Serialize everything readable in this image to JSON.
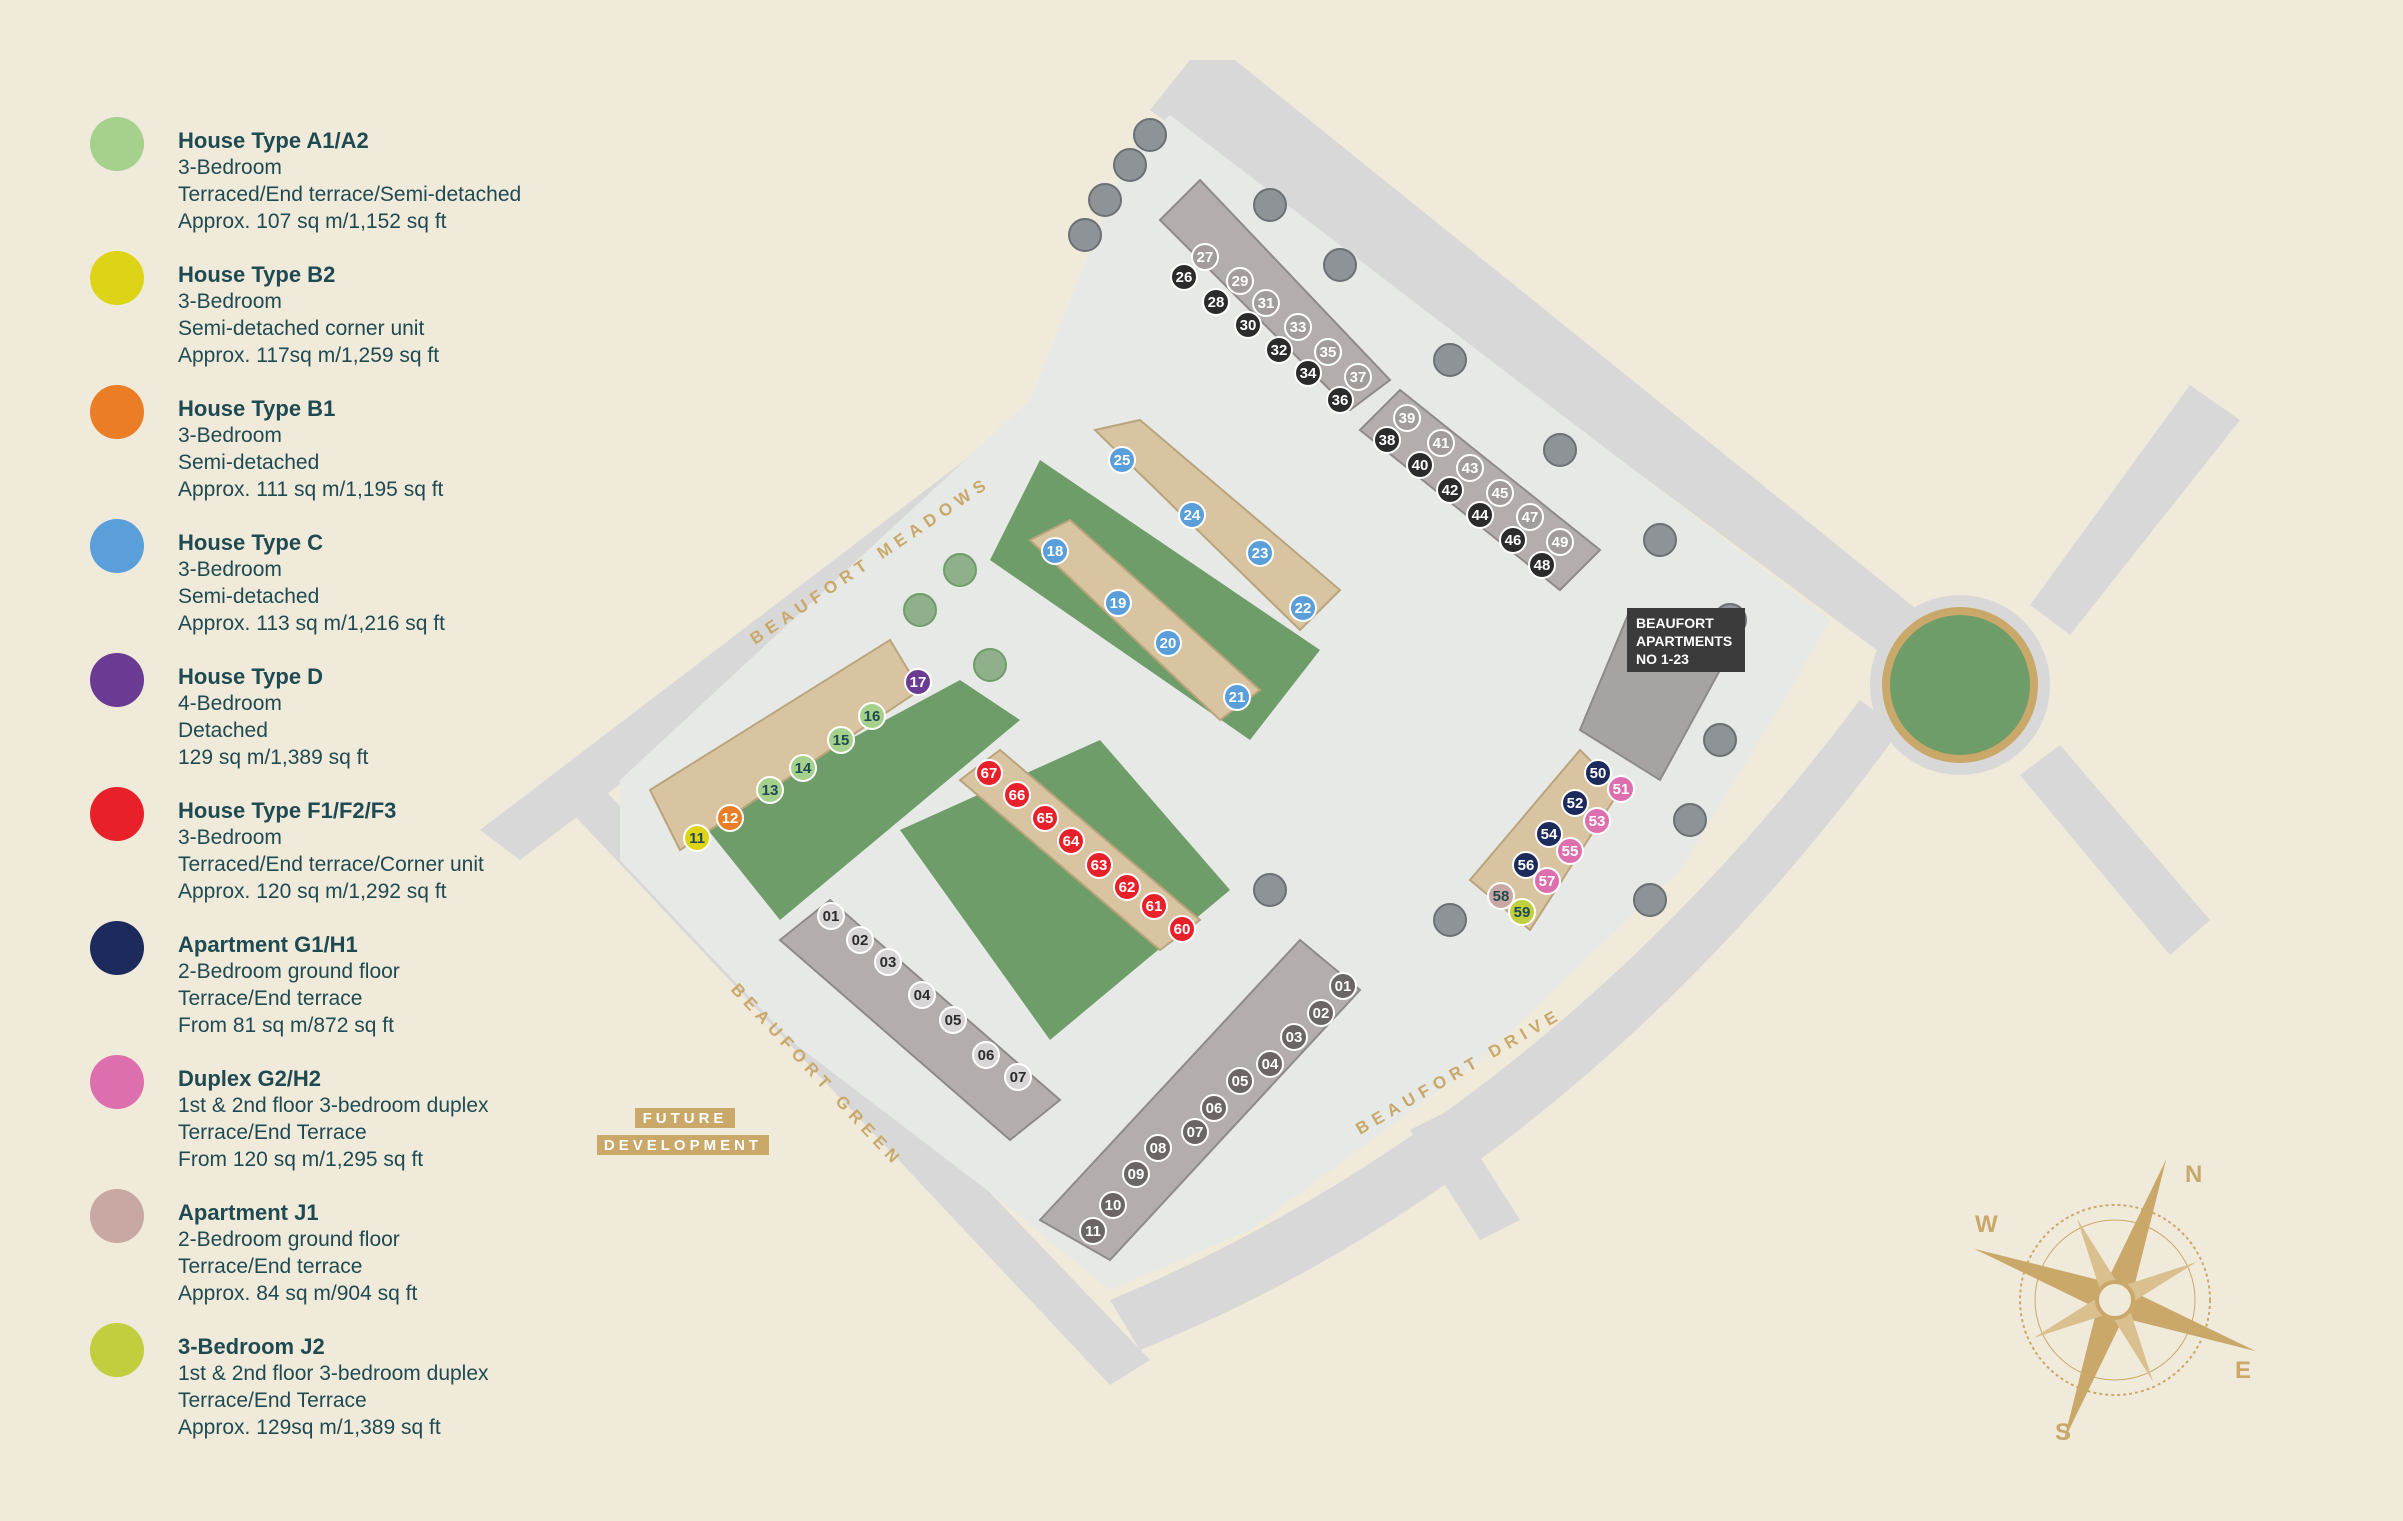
{
  "colors": {
    "background": "#f0eadb",
    "road": "#d8d8d8",
    "site": "#e7e9e6",
    "green": "#6f9d6a",
    "plot_tan": "#d8c4a0",
    "plot_grey": "#b3adad",
    "gold": "#c9a86a",
    "legend_text": "#1f4a52"
  },
  "legend": [
    {
      "color": "#a6d18c",
      "title": "House Type A1/A2",
      "lines": [
        "3-Bedroom",
        "Terraced/End terrace/Semi-detached",
        "Approx. 107 sq m/1,152 sq ft"
      ]
    },
    {
      "color": "#ddd418",
      "title": "House Type B2",
      "lines": [
        "3-Bedroom",
        "Semi-detached corner unit",
        "Approx. 117sq m/1,259 sq ft"
      ]
    },
    {
      "color": "#eb7d26",
      "title": "House Type B1",
      "lines": [
        "3-Bedroom",
        "Semi-detached",
        "Approx. 111 sq m/1,195 sq ft"
      ]
    },
    {
      "color": "#5b9fda",
      "title": "House Type C",
      "lines": [
        "3-Bedroom",
        "Semi-detached",
        "Approx. 113 sq m/1,216 sq ft"
      ]
    },
    {
      "color": "#6b3a93",
      "title": "House Type D",
      "lines": [
        "4-Bedroom",
        "Detached",
        "129 sq m/1,389 sq ft"
      ]
    },
    {
      "color": "#e8202a",
      "title": "House Type F1/F2/F3",
      "lines": [
        "3-Bedroom",
        "Terraced/End terrace/Corner unit",
        "Approx. 120 sq m/1,292 sq ft"
      ]
    },
    {
      "color": "#1d2a5c",
      "title": "Apartment G1/H1",
      "lines": [
        "2-Bedroom ground floor",
        "Terrace/End terrace",
        "From 81 sq m/872 sq ft"
      ]
    },
    {
      "color": "#de6fae",
      "title": "Duplex G2/H2",
      "lines": [
        "1st & 2nd floor 3-bedroom duplex",
        "Terrace/End Terrace",
        "From 120 sq m/1,295 sq ft"
      ]
    },
    {
      "color": "#c9a8a3",
      "title": "Apartment J1",
      "lines": [
        "2-Bedroom ground floor",
        "Terrace/End terrace",
        "Approx. 84 sq m/904 sq ft"
      ]
    },
    {
      "color": "#c1ce3d",
      "title": "3-Bedroom J2",
      "lines": [
        "1st & 2nd floor 3-bedroom duplex",
        "Terrace/End Terrace",
        "Approx. 129sq m/1,389 sq ft"
      ]
    }
  ],
  "road_labels": {
    "meadows": "BEAUFORT MEADOWS",
    "green": "BEAUFORT GREEN",
    "drive": "BEAUFORT DRIVE"
  },
  "future_development": [
    "FUTURE",
    "DEVELOPMENT"
  ],
  "apartments_label": [
    "BEAUFORT",
    "APARTMENTS",
    "NO 1-23"
  ],
  "compass": {
    "n": "N",
    "e": "E",
    "s": "S",
    "w": "W"
  },
  "plots": [
    {
      "label": "11",
      "type": "B2"
    },
    {
      "label": "12",
      "type": "B1"
    },
    {
      "label": "13",
      "type": "A"
    },
    {
      "label": "14",
      "type": "A"
    },
    {
      "label": "15",
      "type": "A"
    },
    {
      "label": "16",
      "type": "A"
    },
    {
      "label": "17",
      "type": "D"
    },
    {
      "label": "18",
      "type": "C"
    },
    {
      "label": "19",
      "type": "C"
    },
    {
      "label": "20",
      "type": "C"
    },
    {
      "label": "21",
      "type": "C"
    },
    {
      "label": "22",
      "type": "C"
    },
    {
      "label": "23",
      "type": "C"
    },
    {
      "label": "24",
      "type": "C"
    },
    {
      "label": "25",
      "type": "C"
    },
    {
      "label": "26",
      "type": "X"
    },
    {
      "label": "27",
      "type": "J"
    },
    {
      "label": "28",
      "type": "X"
    },
    {
      "label": "29",
      "type": "J"
    },
    {
      "label": "30",
      "type": "X"
    },
    {
      "label": "31",
      "type": "J"
    },
    {
      "label": "32",
      "type": "X"
    },
    {
      "label": "33",
      "type": "J"
    },
    {
      "label": "34",
      "type": "X"
    },
    {
      "label": "35",
      "type": "J"
    },
    {
      "label": "36",
      "type": "X"
    },
    {
      "label": "37",
      "type": "J"
    },
    {
      "label": "38",
      "type": "X"
    },
    {
      "label": "39",
      "type": "J"
    },
    {
      "label": "40",
      "type": "X"
    },
    {
      "label": "41",
      "type": "J"
    },
    {
      "label": "42",
      "type": "X"
    },
    {
      "label": "43",
      "type": "J"
    },
    {
      "label": "44",
      "type": "X"
    },
    {
      "label": "45",
      "type": "J"
    },
    {
      "label": "46",
      "type": "X"
    },
    {
      "label": "47",
      "type": "J"
    },
    {
      "label": "48",
      "type": "X"
    },
    {
      "label": "49",
      "type": "J"
    },
    {
      "label": "50",
      "type": "G"
    },
    {
      "label": "51",
      "type": "H"
    },
    {
      "label": "52",
      "type": "G"
    },
    {
      "label": "53",
      "type": "H"
    },
    {
      "label": "54",
      "type": "G"
    },
    {
      "label": "55",
      "type": "H"
    },
    {
      "label": "56",
      "type": "G"
    },
    {
      "label": "57",
      "type": "H"
    },
    {
      "label": "58",
      "type": "D2"
    },
    {
      "label": "59",
      "type": "J2"
    },
    {
      "label": "60",
      "type": "F"
    },
    {
      "label": "61",
      "type": "F"
    },
    {
      "label": "62",
      "type": "F"
    },
    {
      "label": "63",
      "type": "F"
    },
    {
      "label": "64",
      "type": "F"
    },
    {
      "label": "65",
      "type": "F"
    },
    {
      "label": "66",
      "type": "F"
    },
    {
      "label": "67",
      "type": "F"
    },
    {
      "label": "01",
      "type": "W"
    },
    {
      "label": "02",
      "type": "W"
    },
    {
      "label": "03",
      "type": "W"
    },
    {
      "label": "04",
      "type": "W"
    },
    {
      "label": "05",
      "type": "W"
    },
    {
      "label": "06",
      "type": "W"
    },
    {
      "label": "07",
      "type": "W"
    },
    {
      "label": "01",
      "type": "Y"
    },
    {
      "label": "02",
      "type": "Y"
    },
    {
      "label": "03",
      "type": "Y"
    },
    {
      "label": "04",
      "type": "Y"
    },
    {
      "label": "05",
      "type": "Y"
    },
    {
      "label": "06",
      "type": "Y"
    },
    {
      "label": "07",
      "type": "Y"
    },
    {
      "label": "08",
      "type": "Y"
    },
    {
      "label": "09",
      "type": "Y"
    },
    {
      "label": "10",
      "type": "Y"
    },
    {
      "label": "11",
      "type": "Y"
    }
  ]
}
